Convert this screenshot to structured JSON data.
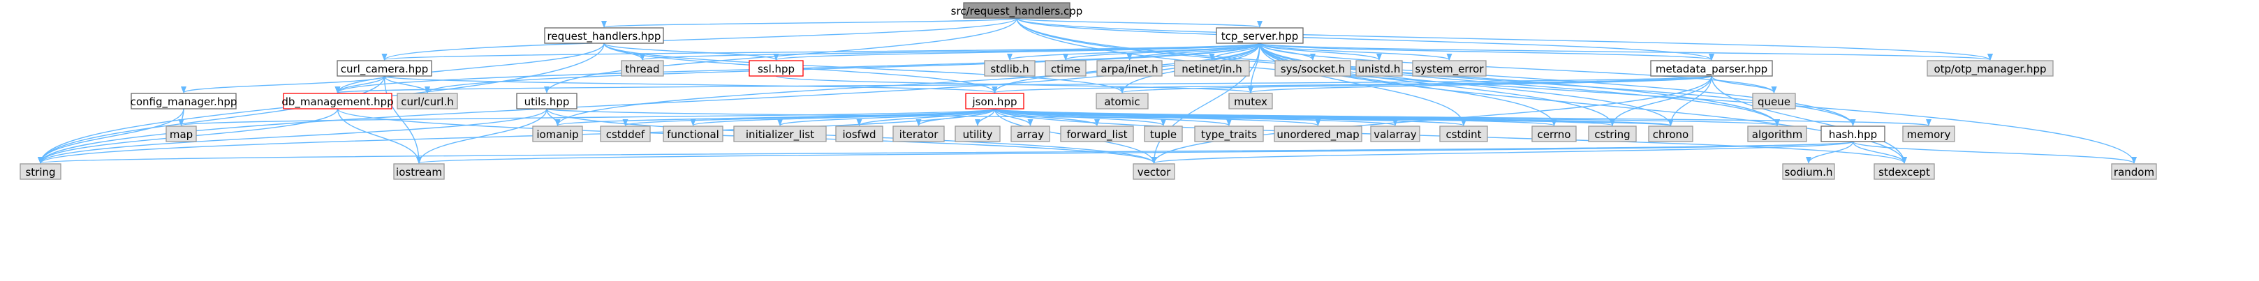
{
  "graph": {
    "nodes": [
      {
        "id": "root",
        "label": "src/request_handlers.cpp",
        "style": "root"
      },
      {
        "id": "req",
        "label": "request_handlers.hpp",
        "style": "normal"
      },
      {
        "id": "tcp",
        "label": "tcp_server.hpp",
        "style": "normal"
      },
      {
        "id": "curlcam",
        "label": "curl_camera.hpp",
        "style": "normal"
      },
      {
        "id": "ssl",
        "label": "ssl.hpp",
        "style": "error"
      },
      {
        "id": "thread",
        "label": "thread",
        "style": "system"
      },
      {
        "id": "stdlib",
        "label": "stdlib.h",
        "style": "system"
      },
      {
        "id": "ctime",
        "label": "ctime",
        "style": "system"
      },
      {
        "id": "arpa",
        "label": "arpa/inet.h",
        "style": "system"
      },
      {
        "id": "netinet",
        "label": "netinet/in.h",
        "style": "system"
      },
      {
        "id": "syssock",
        "label": "sys/socket.h",
        "style": "system"
      },
      {
        "id": "unistd",
        "label": "unistd.h",
        "style": "system"
      },
      {
        "id": "syserr",
        "label": "system_error",
        "style": "system"
      },
      {
        "id": "meta",
        "label": "metadata_parser.hpp",
        "style": "normal"
      },
      {
        "id": "otp",
        "label": "otp/otp_manager.hpp",
        "style": "system"
      },
      {
        "id": "utils",
        "label": "utils.hpp",
        "style": "normal"
      },
      {
        "id": "config",
        "label": "config_manager.hpp",
        "style": "normal"
      },
      {
        "id": "db",
        "label": "db_management.hpp",
        "style": "error"
      },
      {
        "id": "curlh",
        "label": "curl/curl.h",
        "style": "system"
      },
      {
        "id": "json",
        "label": "json.hpp",
        "style": "error"
      },
      {
        "id": "atomic",
        "label": "atomic",
        "style": "system"
      },
      {
        "id": "mutex",
        "label": "mutex",
        "style": "system"
      },
      {
        "id": "queue",
        "label": "queue",
        "style": "system"
      },
      {
        "id": "map",
        "label": "map",
        "style": "system"
      },
      {
        "id": "iomanip",
        "label": "iomanip",
        "style": "system"
      },
      {
        "id": "cstddef",
        "label": "cstddef",
        "style": "system"
      },
      {
        "id": "functional",
        "label": "functional",
        "style": "system"
      },
      {
        "id": "initlist",
        "label": "initializer_list",
        "style": "system"
      },
      {
        "id": "iosfwd",
        "label": "iosfwd",
        "style": "system"
      },
      {
        "id": "iterator",
        "label": "iterator",
        "style": "system"
      },
      {
        "id": "utility",
        "label": "utility",
        "style": "system"
      },
      {
        "id": "array",
        "label": "array",
        "style": "system"
      },
      {
        "id": "fwdlist",
        "label": "forward_list",
        "style": "system"
      },
      {
        "id": "tuple",
        "label": "tuple",
        "style": "system"
      },
      {
        "id": "typetraits",
        "label": "type_traits",
        "style": "system"
      },
      {
        "id": "umap",
        "label": "unordered_map",
        "style": "system"
      },
      {
        "id": "valarray",
        "label": "valarray",
        "style": "system"
      },
      {
        "id": "cstdint",
        "label": "cstdint",
        "style": "system"
      },
      {
        "id": "cerrno",
        "label": "cerrno",
        "style": "system"
      },
      {
        "id": "cstring",
        "label": "cstring",
        "style": "system"
      },
      {
        "id": "chrono",
        "label": "chrono",
        "style": "system"
      },
      {
        "id": "algorithm",
        "label": "algorithm",
        "style": "system"
      },
      {
        "id": "memory",
        "label": "memory",
        "style": "system"
      },
      {
        "id": "hash",
        "label": "hash.hpp",
        "style": "normal"
      },
      {
        "id": "string",
        "label": "string",
        "style": "system"
      },
      {
        "id": "iostream",
        "label": "iostream",
        "style": "system"
      },
      {
        "id": "vector",
        "label": "vector",
        "style": "system"
      },
      {
        "id": "sodium",
        "label": "sodium.h",
        "style": "system"
      },
      {
        "id": "stdexcept",
        "label": "stdexcept",
        "style": "system"
      },
      {
        "id": "random",
        "label": "random",
        "style": "system"
      }
    ],
    "edges": [
      [
        "root",
        "req"
      ],
      [
        "root",
        "tcp"
      ],
      [
        "root",
        "curlcam"
      ],
      [
        "root",
        "utils"
      ],
      [
        "root",
        "meta"
      ],
      [
        "root",
        "otp"
      ],
      [
        "root",
        "hash"
      ],
      [
        "root",
        "algorithm"
      ],
      [
        "root",
        "random"
      ],
      [
        "req",
        "string"
      ],
      [
        "req",
        "thread"
      ],
      [
        "req",
        "ssl"
      ],
      [
        "req",
        "db"
      ],
      [
        "req",
        "json"
      ],
      [
        "req",
        "atomic"
      ],
      [
        "tcp",
        "curlcam"
      ],
      [
        "tcp",
        "ssl"
      ],
      [
        "tcp",
        "thread"
      ],
      [
        "tcp",
        "stdlib"
      ],
      [
        "tcp",
        "ctime"
      ],
      [
        "tcp",
        "arpa"
      ],
      [
        "tcp",
        "netinet"
      ],
      [
        "tcp",
        "syssock"
      ],
      [
        "tcp",
        "unistd"
      ],
      [
        "tcp",
        "syserr"
      ],
      [
        "tcp",
        "meta"
      ],
      [
        "tcp",
        "otp"
      ],
      [
        "tcp",
        "db"
      ],
      [
        "tcp",
        "json"
      ],
      [
        "tcp",
        "atomic"
      ],
      [
        "tcp",
        "mutex"
      ],
      [
        "tcp",
        "hash"
      ],
      [
        "tcp",
        "cstring"
      ],
      [
        "tcp",
        "cerrno"
      ],
      [
        "tcp",
        "chrono"
      ],
      [
        "tcp",
        "algorithm"
      ],
      [
        "tcp",
        "stdexcept"
      ],
      [
        "tcp",
        "cstdint"
      ],
      [
        "tcp",
        "iomanip"
      ],
      [
        "tcp",
        "vector"
      ],
      [
        "tcp",
        "string"
      ],
      [
        "tcp",
        "curlh"
      ],
      [
        "tcp",
        "queue"
      ],
      [
        "curlcam",
        "config"
      ],
      [
        "curlcam",
        "db"
      ],
      [
        "curlcam",
        "curlh"
      ],
      [
        "curlcam",
        "json"
      ],
      [
        "curlcam",
        "string"
      ],
      [
        "curlcam",
        "iostream"
      ],
      [
        "ssl",
        "mutex"
      ],
      [
        "meta",
        "db"
      ],
      [
        "meta",
        "queue"
      ],
      [
        "meta",
        "mutex"
      ],
      [
        "meta",
        "atomic"
      ],
      [
        "meta",
        "cstring"
      ],
      [
        "meta",
        "chrono"
      ],
      [
        "meta",
        "vector"
      ],
      [
        "meta",
        "json"
      ],
      [
        "meta",
        "stdexcept"
      ],
      [
        "config",
        "map"
      ],
      [
        "config",
        "string"
      ],
      [
        "db",
        "string"
      ],
      [
        "db",
        "iostream"
      ],
      [
        "db",
        "vector"
      ],
      [
        "utils",
        "iomanip"
      ],
      [
        "utils",
        "string"
      ],
      [
        "utils",
        "iostream"
      ],
      [
        "utils",
        "vector"
      ],
      [
        "utils",
        "chrono"
      ],
      [
        "json",
        "map"
      ],
      [
        "json",
        "iomanip"
      ],
      [
        "json",
        "cstddef"
      ],
      [
        "json",
        "functional"
      ],
      [
        "json",
        "initlist"
      ],
      [
        "json",
        "iosfwd"
      ],
      [
        "json",
        "iterator"
      ],
      [
        "json",
        "utility"
      ],
      [
        "json",
        "array"
      ],
      [
        "json",
        "fwdlist"
      ],
      [
        "json",
        "tuple"
      ],
      [
        "json",
        "typetraits"
      ],
      [
        "json",
        "umap"
      ],
      [
        "json",
        "valarray"
      ],
      [
        "json",
        "cstdint"
      ],
      [
        "json",
        "cerrno"
      ],
      [
        "json",
        "cstring"
      ],
      [
        "json",
        "chrono"
      ],
      [
        "json",
        "algorithm"
      ],
      [
        "json",
        "memory"
      ],
      [
        "json",
        "string"
      ],
      [
        "json",
        "vector"
      ],
      [
        "json",
        "stdexcept"
      ],
      [
        "hash",
        "sodium"
      ],
      [
        "hash",
        "stdexcept"
      ],
      [
        "hash",
        "random"
      ],
      [
        "hash",
        "vector"
      ],
      [
        "hash",
        "string"
      ],
      [
        "hash",
        "iostream"
      ]
    ],
    "colors": {
      "edge": "#63b8ff",
      "root_fill": "#999999",
      "root_stroke": "#666666",
      "normal_fill": "#ffffff",
      "normal_stroke": "#666666",
      "system_fill": "#e0e0e0",
      "system_stroke": "#999999",
      "error_fill": "#ffffff",
      "error_stroke": "#ff0000"
    }
  }
}
